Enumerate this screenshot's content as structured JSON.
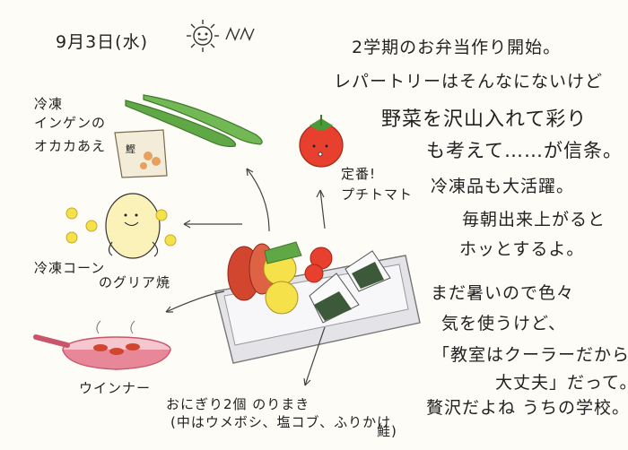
{
  "date": "9月3日(水)",
  "diary_lines": [
    "2学期のお弁当作り開始。",
    "レパートリーはそんなにないけど",
    "野菜を沢山入れて彩り",
    "も考えて……が信条。",
    "冷凍品も大活躍。",
    "毎朝出来上がると",
    "ホッとするよ。",
    "まだ暑いので色々",
    "気を使うけど、",
    "「教室はクーラーだから",
    "大丈夫」だって。",
    "贅沢だよね うちの学校。"
  ],
  "labels": {
    "green_beans_1": "冷凍",
    "green_beans_2": "インゲンの",
    "green_beans_3": "オカカあえ",
    "katsuobushi_pack": "鰹",
    "tomato_1": "定番!",
    "tomato_2": "プチトマト",
    "corn_1": "冷凍コーン",
    "corn_2": "のグリア焼",
    "sausage": "ウインナー",
    "onigiri_1": "おにぎり2個 のりまき",
    "onigiri_2": "(中はウメボシ、塩コブ、ふりかけ",
    "onigiri_3": "鮭)"
  },
  "colors": {
    "ink": "#222222",
    "green": "#4a9a3a",
    "tomato": "#e83a2a",
    "corn": "#f5e24a",
    "sausage": "#d2452f",
    "box": "#b9b9c0"
  }
}
